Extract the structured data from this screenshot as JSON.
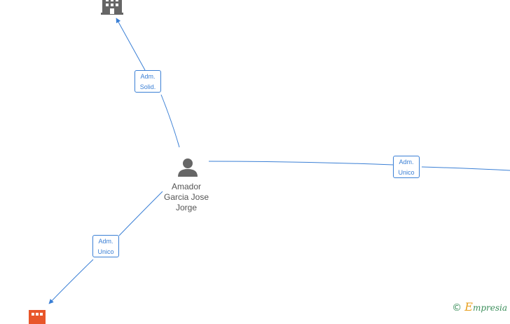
{
  "person": {
    "name_lines": [
      "Amador",
      "Garcia Jose",
      "Jorge"
    ]
  },
  "edges": [
    {
      "label_lines": [
        "Adm.",
        "Solid."
      ]
    },
    {
      "label_lines": [
        "Adm.",
        "Unico"
      ]
    },
    {
      "label_lines": [
        "Adm.",
        "Unico"
      ]
    }
  ],
  "watermark": {
    "copyright": "©",
    "brand_initial": "E",
    "brand_rest": "mpresia"
  },
  "colors": {
    "edge": "#3a7fd5",
    "building_gray": "#666666",
    "building_orange": "#e8562a",
    "person": "#666666"
  }
}
